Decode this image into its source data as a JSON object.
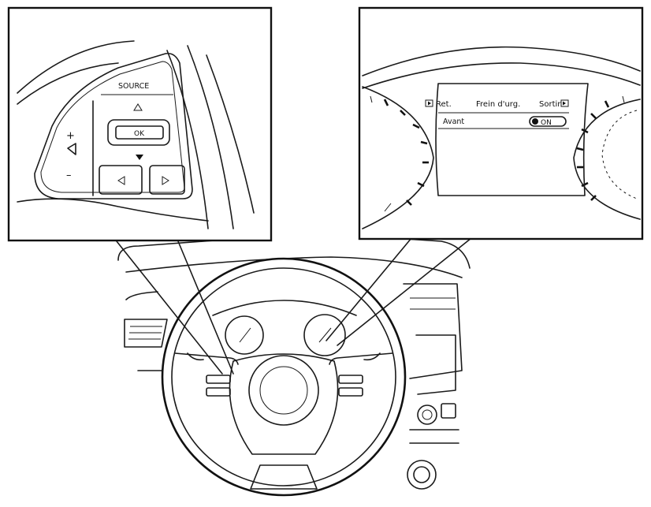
{
  "left_panel": {
    "source_label": "SOURCE",
    "ok_label": "OK",
    "plus_label": "+",
    "minus_label": "–",
    "up_icon": "triangle-up-icon",
    "down_icon": "triangle-down-icon",
    "left_icon": "triangle-left-icon",
    "right_icon": "triangle-right-icon",
    "back_icon": "back-arrow-icon"
  },
  "right_panel": {
    "menu_left": "Ret.",
    "menu_center": "Frein d'urg.",
    "menu_right": "Sortir",
    "row_label": "Avant",
    "row_value": "ON"
  }
}
